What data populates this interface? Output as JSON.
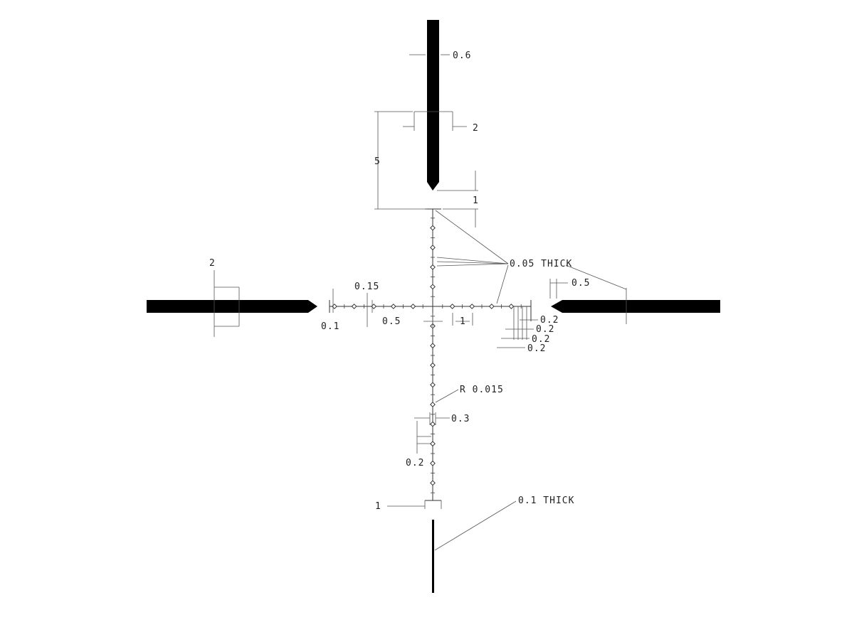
{
  "labels": {
    "top_post_width": "0.6",
    "top_post_bracket": "2",
    "top_post_length": "5",
    "gap_top": "1",
    "thin_line_note": "0.05 THICK",
    "arrow_gap_right": "0.5",
    "left_arrow_width": "2",
    "dot_size": "0.15",
    "line_offset": "0.1",
    "center_spacing": "0.5",
    "hash_spacing": "1",
    "right_step_1": "0.2",
    "right_step_2": "0.2",
    "right_step_3": "0.2",
    "right_step_4": "0.2",
    "radius_note": "R 0.015",
    "lower_width": "0.3",
    "lower_step": "0.2",
    "bottom_gap": "1",
    "bottom_post_note": "0.1 THICK"
  },
  "colors": {
    "ink": "#000000",
    "annotation": "#333333",
    "background": "#ffffff"
  }
}
